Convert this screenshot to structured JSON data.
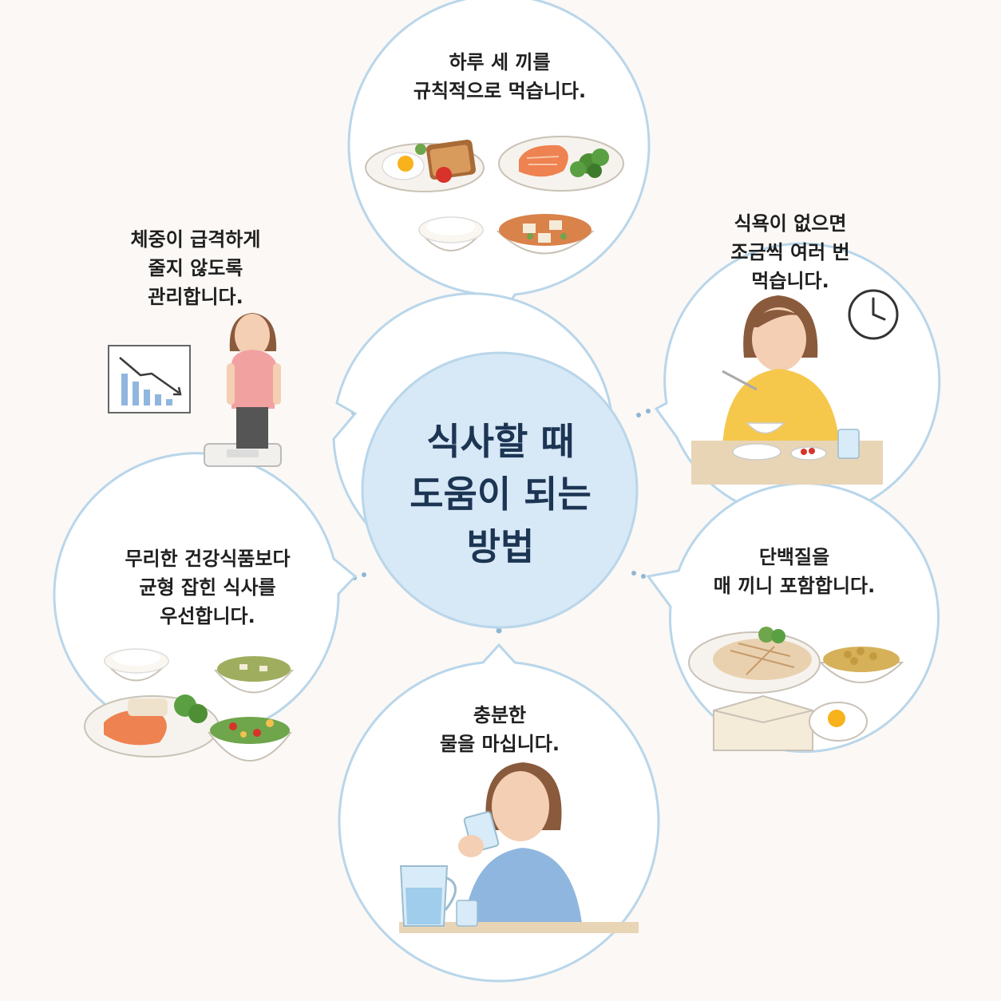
{
  "center": {
    "title": "식사할 때\n도움이 되는\n방법"
  },
  "tips": [
    {
      "id": "regular-meals",
      "text": "하루 세 끼를\n규칙적으로 먹습니다."
    },
    {
      "id": "small-frequent",
      "text": "식욕이 없으면\n조금씩 여러 번\n먹습니다."
    },
    {
      "id": "protein",
      "text": "단백질을\n매 끼니 포함합니다."
    },
    {
      "id": "water",
      "text": "충분한\n물을 마십니다."
    },
    {
      "id": "balanced",
      "text": "무리한 건강식품보다\n균형 잡힌 식사를\n우선합니다."
    },
    {
      "id": "weight",
      "text": "체중이 급격하게\n줄지 않도록\n관리합니다."
    }
  ],
  "colors": {
    "bubble_border": "#b9d6ea",
    "center_fill": "#d7e8f6",
    "title": "#1c3553",
    "skin": "#f4cfb4",
    "hair": "#8a5a3c"
  }
}
